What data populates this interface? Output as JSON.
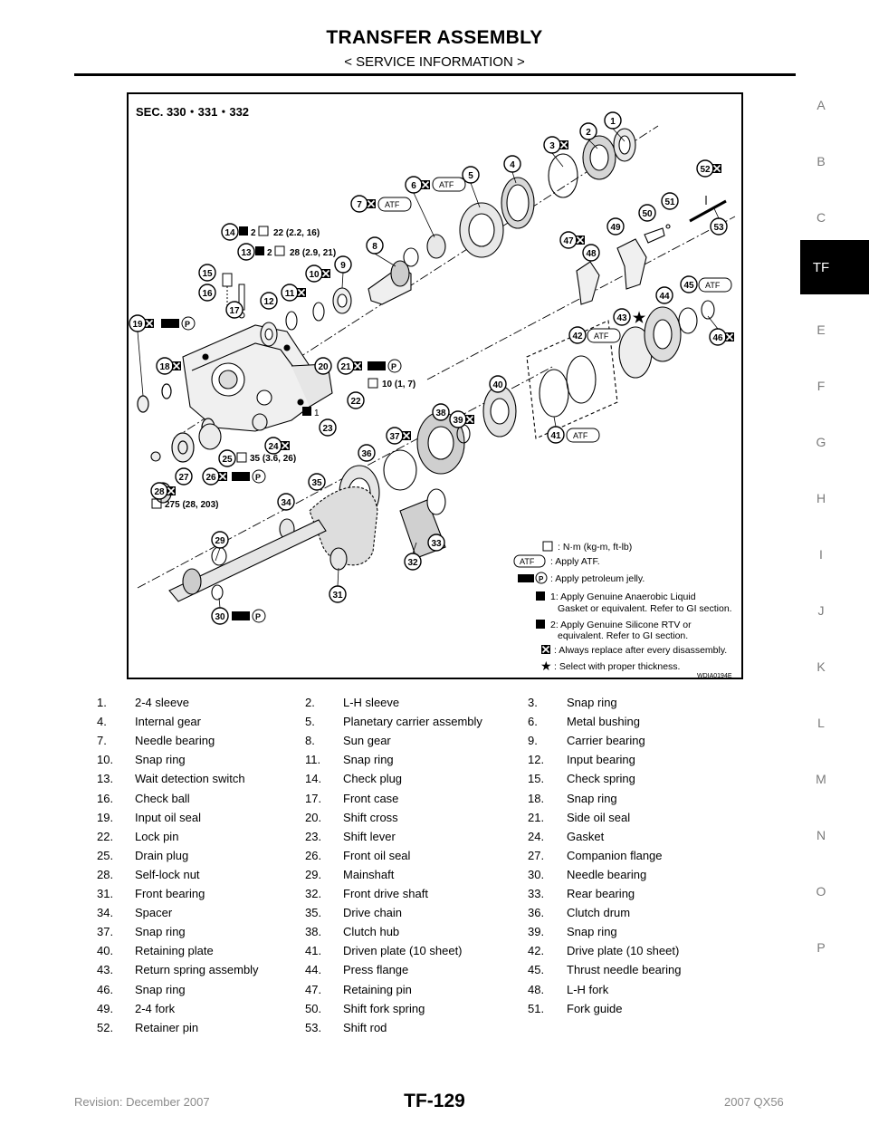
{
  "header": {
    "title": "TRANSFER ASSEMBLY",
    "subtitle": "< SERVICE INFORMATION >"
  },
  "side_index": {
    "letters": [
      "A",
      "B",
      "C",
      "E",
      "F",
      "G",
      "H",
      "I",
      "J",
      "K",
      "L",
      "M",
      "N",
      "O",
      "P"
    ],
    "active_tab": "TF"
  },
  "figure": {
    "section": "SEC. 330・331・332",
    "figure_id": "WDIA0194E",
    "callouts": [
      "1",
      "2",
      "3",
      "4",
      "5",
      "6",
      "7",
      "8",
      "9",
      "10",
      "11",
      "12",
      "13",
      "14",
      "15",
      "16",
      "17",
      "18",
      "19",
      "20",
      "21",
      "22",
      "23",
      "24",
      "25",
      "26",
      "27",
      "28",
      "29",
      "30",
      "31",
      "32",
      "33",
      "34",
      "35",
      "36",
      "37",
      "38",
      "39",
      "40",
      "41",
      "42",
      "43",
      "44",
      "45",
      "46",
      "47",
      "48",
      "49",
      "50",
      "51",
      "52",
      "53"
    ],
    "torques": {
      "t14": "22 (2.2, 16)",
      "t13": "28 (2.9, 21)",
      "t21": "10 (1, 7)",
      "t25": "35 (3.6, 26)",
      "t28": "275 (28, 203)"
    },
    "tags": {
      "atf": "ATF",
      "p": "P",
      "one": "1",
      "two": "2"
    },
    "legend": {
      "torque": ": N·m (kg-m, ft-lb)",
      "atf": ": Apply ATF.",
      "petroleum": ": Apply petroleum jelly.",
      "anaerobic_1": "1: Apply Genuine Anaerobic Liquid",
      "anaerobic_2": "Gasket or equivalent. Refer to GI section.",
      "silicone_1": "2: Apply Genuine Silicone RTV or",
      "silicone_2": "equivalent. Refer to GI section.",
      "replace": ": Always replace after every disassembly.",
      "thickness": ": Select with proper thickness."
    }
  },
  "parts": [
    [
      "1.",
      "2-4 sleeve",
      "2.",
      "L-H sleeve",
      "3.",
      "Snap ring"
    ],
    [
      "4.",
      "Internal gear",
      "5.",
      "Planetary carrier assembly",
      "6.",
      "Metal bushing"
    ],
    [
      "7.",
      "Needle bearing",
      "8.",
      "Sun gear",
      "9.",
      "Carrier bearing"
    ],
    [
      "10.",
      "Snap ring",
      "11.",
      "Snap ring",
      "12.",
      "Input bearing"
    ],
    [
      "13.",
      "Wait detection switch",
      "14.",
      "Check plug",
      "15.",
      "Check spring"
    ],
    [
      "16.",
      "Check ball",
      "17.",
      "Front case",
      "18.",
      "Snap ring"
    ],
    [
      "19.",
      "Input oil seal",
      "20.",
      "Shift cross",
      "21.",
      "Side oil seal"
    ],
    [
      "22.",
      "Lock pin",
      "23.",
      "Shift lever",
      "24.",
      "Gasket"
    ],
    [
      "25.",
      "Drain plug",
      "26.",
      "Front oil seal",
      "27.",
      "Companion flange"
    ],
    [
      "28.",
      "Self-lock nut",
      "29.",
      "Mainshaft",
      "30.",
      "Needle bearing"
    ],
    [
      "31.",
      "Front bearing",
      "32.",
      "Front drive shaft",
      "33.",
      "Rear bearing"
    ],
    [
      "34.",
      "Spacer",
      "35.",
      "Drive chain",
      "36.",
      "Clutch drum"
    ],
    [
      "37.",
      "Snap ring",
      "38.",
      "Clutch hub",
      "39.",
      "Snap ring"
    ],
    [
      "40.",
      "Retaining plate",
      "41.",
      "Driven plate (10 sheet)",
      "42.",
      "Drive plate (10 sheet)"
    ],
    [
      "43.",
      "Return spring assembly",
      "44.",
      "Press flange",
      "45.",
      "Thrust needle bearing"
    ],
    [
      "46.",
      "Snap ring",
      "47.",
      "Retaining pin",
      "48.",
      "L-H fork"
    ],
    [
      "49.",
      "2-4 fork",
      "50.",
      "Shift fork spring",
      "51.",
      "Fork guide"
    ],
    [
      "52.",
      "Retainer pin",
      "53.",
      "Shift rod",
      "",
      "",
      ""
    ]
  ],
  "footer": {
    "left": "Revision: December 2007",
    "center": "TF-129",
    "right": "2007 QX56"
  }
}
